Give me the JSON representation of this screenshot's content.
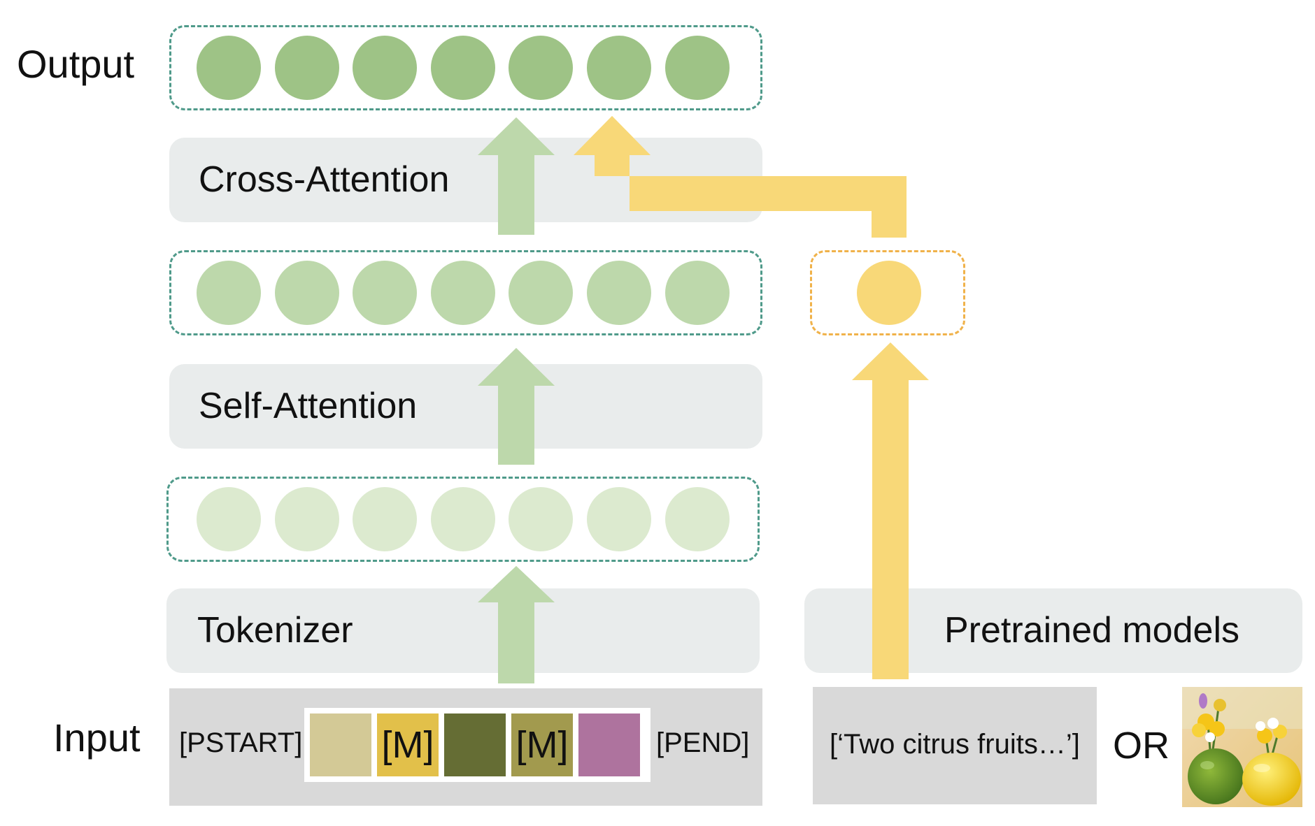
{
  "labels": {
    "output": "Output",
    "input": "Input",
    "or": "OR"
  },
  "blocks": {
    "cross_attention": "Cross-Attention",
    "self_attention": "Self-Attention",
    "tokenizer": "Tokenizer",
    "pretrained_models": "Pretrained models"
  },
  "input_tokens": {
    "start": "[PSTART]",
    "end": "[PEND]",
    "mask_1": "[M]",
    "mask_2": "[M]"
  },
  "text_input": "[‘Two citrus fruits…’]",
  "colors": {
    "circle_output": "#9ec386",
    "circle_hidden": "#bdd8ab",
    "circle_embedding": "#dceacf",
    "condition": "#f8d878",
    "arrow_green": "#bdd8ab",
    "arrow_yellow": "#f8d878",
    "swatches": [
      "#d3c996",
      "#e2c04a",
      "#656d34",
      "#a29a4e",
      "#ae739e"
    ]
  },
  "icons": {
    "image_input": "citrus-fruits-photo-icon"
  }
}
